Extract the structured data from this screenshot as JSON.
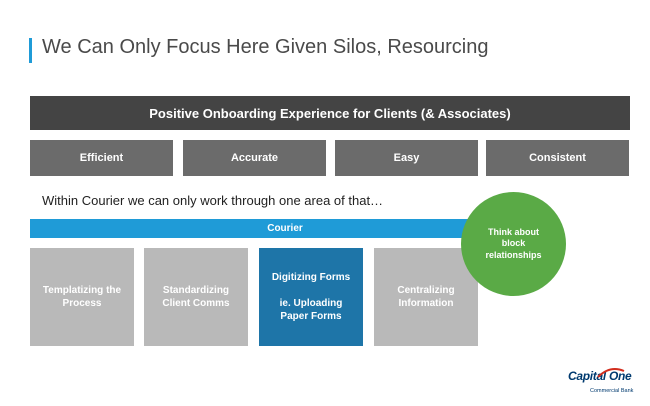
{
  "title": "We Can Only Focus Here Given Silos, Resourcing",
  "banner": "Positive Onboarding Experience for Clients (& Associates)",
  "pillars": [
    "Efficient",
    "Accurate",
    "Easy",
    "Consistent"
  ],
  "subtitle": "Within Courier we can only work through one area of that…",
  "courier_label": "Courier",
  "boxes": [
    {
      "label": "Templatizing the\nProcess",
      "active": false
    },
    {
      "label": "Standardizing\nClient Comms",
      "active": false
    },
    {
      "label": "Digitizing Forms\n\nie. Uploading\nPaper Forms",
      "active": true
    },
    {
      "label": "Centralizing\nInformation",
      "active": false
    }
  ],
  "callout": "Think about\nblock\nrelationships",
  "logo": {
    "wordmark": "Capital One",
    "sub": "Commercial Bank"
  },
  "colors": {
    "accent": "#1f9bd7",
    "active_box": "#1e75a8",
    "callout": "#5aaa46",
    "banner": "#444444"
  }
}
